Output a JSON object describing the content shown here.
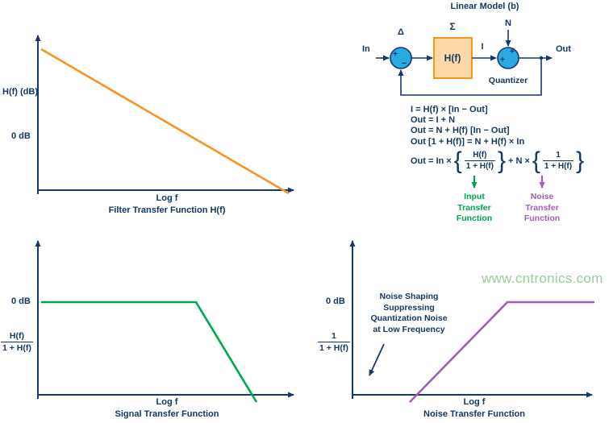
{
  "colors": {
    "navy": "#15386D",
    "orange": "#F7941E",
    "green": "#00A550",
    "purple": "#A05EB5",
    "circle_fill": "#29ABE2",
    "block_fill": "#FBD8A5",
    "watermark": "#9CCB9C"
  },
  "top_left_chart": {
    "ylabel": "H(f) (dB)",
    "zero_db": "0 dB",
    "xlabel": "Log f",
    "caption": "Filter Transfer Function H(f)"
  },
  "block_diagram": {
    "title": "Linear Model (b)",
    "in_label": "In",
    "out_label": "Out",
    "delta": "Δ",
    "sigma": "Σ",
    "n_label": "N",
    "i_label": "I",
    "hf_label": "H(f)",
    "quantizer": "Quantizer",
    "plus": "+",
    "minus": "−"
  },
  "equations": {
    "line1": "I = H(f) × [In − Out]",
    "line2": "Out = I + N",
    "line3": "Out = N + H(f) [In − Out]",
    "line4": "Out [1 + H(f)] = N + H(f) × In",
    "line5_prefix": "Out = In ×",
    "line5_mid": "+ N ×",
    "brace_open": "{",
    "brace_close": "}",
    "frac1": {
      "num": "H(f)",
      "den": "1 + H(f)"
    },
    "frac2": {
      "num": "1",
      "den": "1 + H(f)"
    }
  },
  "transfer_labels": {
    "input": [
      "Input",
      "Transfer",
      "Function"
    ],
    "noise": [
      "Noise",
      "Transfer",
      "Function"
    ]
  },
  "bottom_left_chart": {
    "zero_db": "0 dB",
    "ylabel_frac": {
      "num": "H(f)",
      "den": "1 + H(f)"
    },
    "xlabel": "Log f",
    "caption": "Signal Transfer Function"
  },
  "bottom_right_chart": {
    "zero_db": "0 dB",
    "ylabel_frac": {
      "num": "1",
      "den": "1 + H(f)"
    },
    "xlabel": "Log f",
    "caption": "Noise Transfer Function",
    "annotation": [
      "Noise Shaping",
      "Suppressing",
      "Quantization Noise",
      "at Low Frequency"
    ]
  },
  "watermark": "www.cntronics.com",
  "chart_data": [
    {
      "id": "filter_transfer_function",
      "type": "line",
      "title": "Filter Transfer Function H(f)",
      "xlabel": "Log f",
      "ylabel": "H(f) (dB)",
      "reference_level": "0 dB",
      "grid": false,
      "legend": false,
      "series": [
        {
          "name": "H(f)",
          "color": "#F7941E",
          "x_rel": [
            0,
            1
          ],
          "y_rel": [
            1,
            0
          ],
          "description": "Gain decreases linearly with log frequency, crossing 0 dB and ending below it"
        }
      ]
    },
    {
      "id": "signal_transfer_function",
      "type": "line",
      "title": "Signal Transfer Function",
      "xlabel": "Log f",
      "ylabel": "H(f) / (1 + H(f))",
      "reference_level": "0 dB",
      "grid": false,
      "legend": false,
      "series": [
        {
          "name": "H(f)/(1+H(f))",
          "color": "#00A550",
          "x_rel": [
            0,
            0.6,
            0.84
          ],
          "y_rel": [
            1,
            1,
            0
          ],
          "description": "Flat at 0 dB, then rolls off at high frequency (low-pass)"
        }
      ]
    },
    {
      "id": "noise_transfer_function",
      "type": "line",
      "title": "Noise Transfer Function",
      "xlabel": "Log f",
      "ylabel": "1 / (1 + H(f))",
      "reference_level": "0 dB",
      "annotation": "Noise Shaping Suppressing Quantization Noise at Low Frequency",
      "grid": false,
      "legend": false,
      "series": [
        {
          "name": "1/(1+H(f))",
          "color": "#A05EB5",
          "x_rel": [
            0.24,
            0.63,
            1
          ],
          "y_rel": [
            0,
            1,
            1
          ],
          "description": "Rises from deep attenuation at low frequency up to 0 dB at high frequency (high-pass)"
        }
      ]
    }
  ]
}
